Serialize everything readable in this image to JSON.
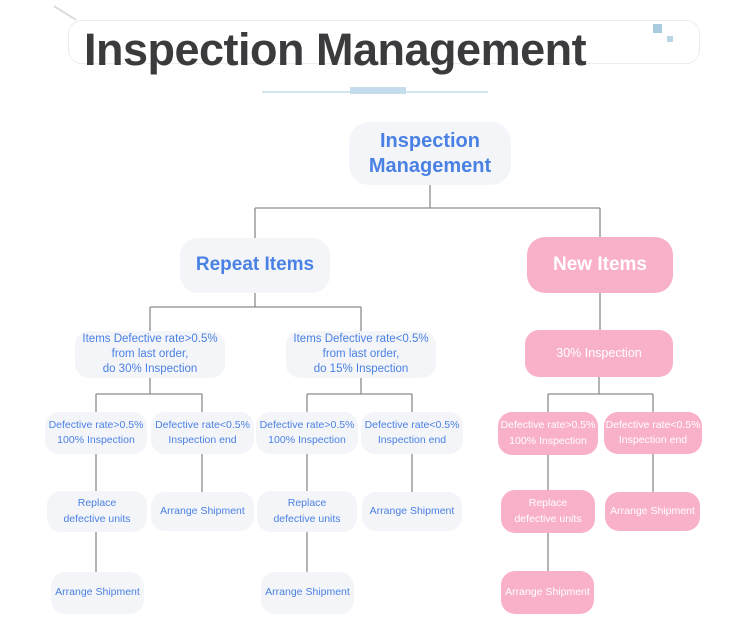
{
  "header": {
    "title": "Inspection Management"
  },
  "decor": {
    "square_icons_color": "#a9cbdf",
    "underline_color": "#c5dcec"
  },
  "colors": {
    "blue_text": "#4a81e4",
    "gray_node_bg": "#f4f5f8",
    "pink_node_bg": "#f9b1ca",
    "pink_node_text": "#ffffff",
    "connector_line": "#8c8c8c",
    "title_text": "#3b3b3d"
  },
  "nodes": {
    "root": {
      "label": "Inspection Management"
    },
    "repeat_items": {
      "label": "Repeat Items"
    },
    "new_items": {
      "label": "New Items"
    },
    "repeat_gt": {
      "label": "Items Defective rate>0.5%\nfrom last order,\ndo 30% Inspection"
    },
    "repeat_lt": {
      "label": "Items Defective rate<0.5%\nfrom last order,\ndo 15% Inspection"
    },
    "new_30": {
      "label": "30% Inspection"
    },
    "repeat_gt_gt": {
      "label": "Defective rate>0.5%\n100% Inspection"
    },
    "repeat_gt_lt": {
      "label": "Defective rate<0.5%\nInspection end"
    },
    "repeat_lt_gt": {
      "label": "Defective rate>0.5%\n100% Inspection"
    },
    "repeat_lt_lt": {
      "label": "Defective rate<0.5%\nInspection end"
    },
    "new_gt": {
      "label": "Defective rate>0.5%\n100% Inspection"
    },
    "new_lt": {
      "label": "Defective rate<0.5%\nInspection end"
    },
    "repeat_gt_gt_replace": {
      "label": "Replace\ndefective units"
    },
    "repeat_gt_lt_ship": {
      "label": "Arrange Shipment"
    },
    "repeat_lt_gt_replace": {
      "label": "Replace\ndefective units"
    },
    "repeat_lt_lt_ship": {
      "label": "Arrange Shipment"
    },
    "new_gt_replace": {
      "label": "Replace\ndefective units"
    },
    "new_lt_ship": {
      "label": "Arrange Shipment"
    },
    "repeat_gt_gt_ship": {
      "label": "Arrange Shipment"
    },
    "repeat_lt_gt_ship": {
      "label": "Arrange Shipment"
    },
    "new_gt_ship": {
      "label": "Arrange Shipment"
    }
  }
}
